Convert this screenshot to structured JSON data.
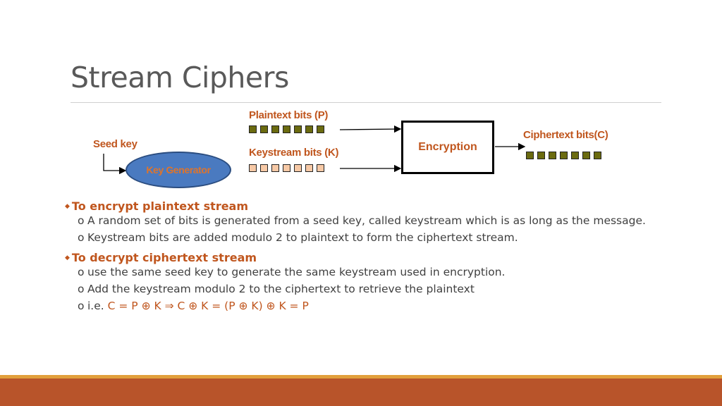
{
  "title": "Stream Ciphers",
  "diagram": {
    "plaintext_label": "Plaintext bits (P)",
    "keystream_label": "Keystream bits (K)",
    "ciphertext_label": "Ciphertext bits(C)",
    "seed_label": "Seed key",
    "generator_label": "Key Generator",
    "encryption_label": "Encryption",
    "bit_count": 7,
    "colors": {
      "accent": "#c0561e",
      "dark_bit": "#6b6b10",
      "light_bit": "#f7c9a6",
      "generator_fill": "#4a7ac0"
    }
  },
  "encrypt": {
    "heading": "To encrypt plaintext stream",
    "items": [
      "A random set of bits is generated from a seed key, called keystream which is as long as the message.",
      "Keystream bits are added modulo 2 to plaintext to form the ciphertext stream."
    ]
  },
  "decrypt": {
    "heading": "To decrypt ciphertext stream",
    "items": [
      "use the same seed key to generate the same keystream used in encryption.",
      "Add the keystream modulo 2 to the ciphertext to retrieve the plaintext"
    ],
    "ie_prefix": "i.e.",
    "ie_formula": "C = P ⊕ K ⇒ C ⊕ K = (P ⊕ K) ⊕ K = P"
  },
  "bullet_symbol": "◆",
  "sub_bullet_symbol": "o"
}
